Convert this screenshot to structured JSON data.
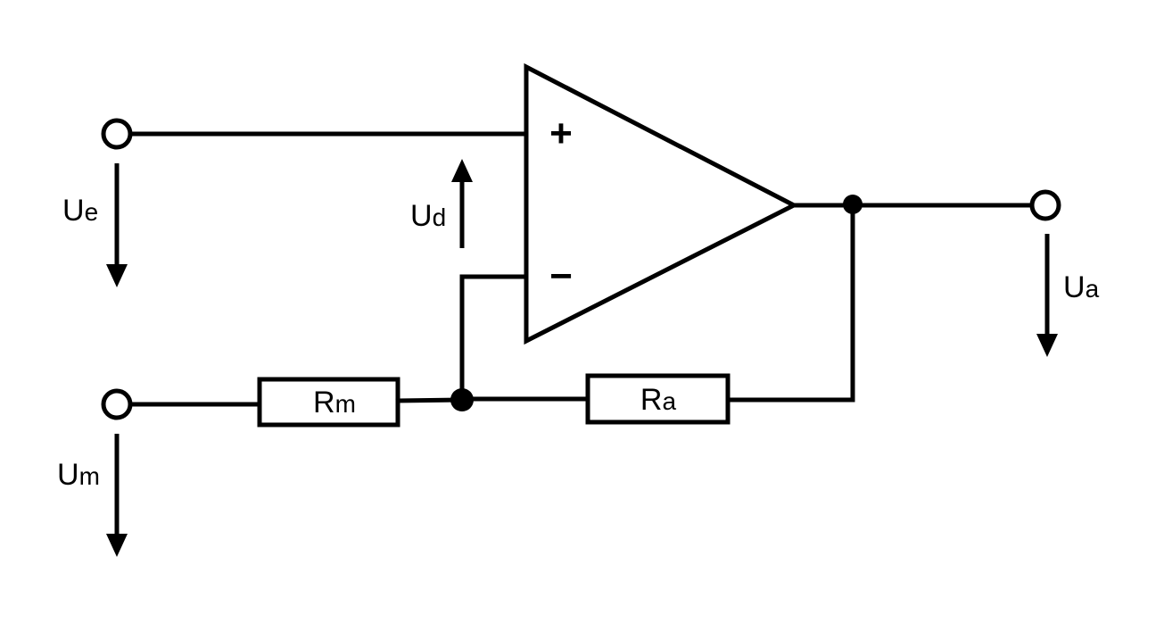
{
  "circuit": {
    "opamp": {
      "plus_sign": "+",
      "minus_sign": "−"
    },
    "resistors": {
      "rm": {
        "letter": "R",
        "sub": "m"
      },
      "ra": {
        "letter": "R",
        "sub": "a"
      }
    },
    "voltages": {
      "ue": {
        "letter": "U",
        "sub": "e"
      },
      "ud": {
        "letter": "U",
        "sub": "d"
      },
      "um": {
        "letter": "U",
        "sub": "m"
      },
      "ua": {
        "letter": "U",
        "sub": "a"
      }
    }
  }
}
